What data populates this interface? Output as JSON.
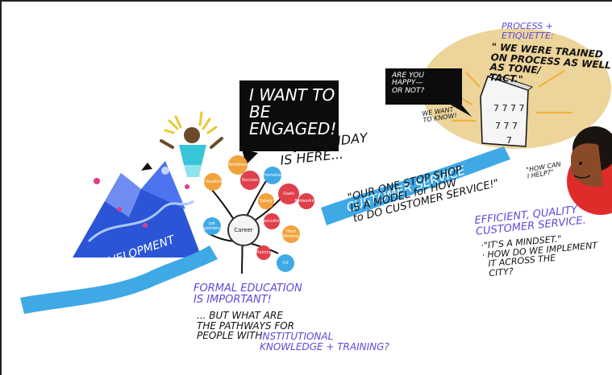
{
  "banners": {
    "career": "CAREER DEVELOPMENT",
    "customer": "CUSTOMER SERVICE"
  },
  "bubbles": {
    "engaged": "I WANT TO\nBE\nENGAGED!",
    "happy": "ARE YOU\nHAPPY—\nOR NOT?"
  },
  "notes": {
    "monday": "Yay! MONDAY\nIS HERE...",
    "want_to_know": "WE WANT\nTO KNOW!",
    "how_can_i_help": "\"HOW CAN\nI HELP?\"",
    "process_title": "PROCESS +\nETIQUETTE:",
    "process_quote": "\" WE WERE TRAINED\nON PROCESS AS WELL\nAS TONE/\nTACT.\"",
    "one_stop_shop": "\"OUR ONE STOP SHOP\nIS A MODEL for HOW\nto DO CUSTOMER SERVICE!\"",
    "efficient_title": "EFFICIENT, QUALITY\nCUSTOMER SERVICE.",
    "efficient_points": "·\"IT'S A MINDSET.\"\n· HOW DO WE IMPLEMENT\n  IT ACROSS THE\n  CITY?",
    "formal_title": "FORMAL EDUCATION\nIS IMPORTANT!",
    "pathways_text": "... BUT WHAT ARE\nTHE PATHWAYS FOR\nPEOPLE WITH",
    "pathways_highlight": "INSTITUTIONAL\nKNOWLEDGE + TRAINING?"
  },
  "career_tree": {
    "center": "Career",
    "nodes": [
      "Ambition",
      "Education",
      "Success",
      "Promotion",
      "Goals",
      "Job Experience",
      "Salary",
      "Recruiting",
      "Hard Working",
      "CV",
      "Networking",
      "Training"
    ]
  },
  "colors": {
    "banner_blue": "#3fa9e6",
    "ink_purple": "#5b4bd6",
    "bubble_black": "#0c0c0c",
    "beige_cloud": "#ecd49a",
    "accent_red": "#e02b2b",
    "arrow_gold": "#f2b23a"
  }
}
